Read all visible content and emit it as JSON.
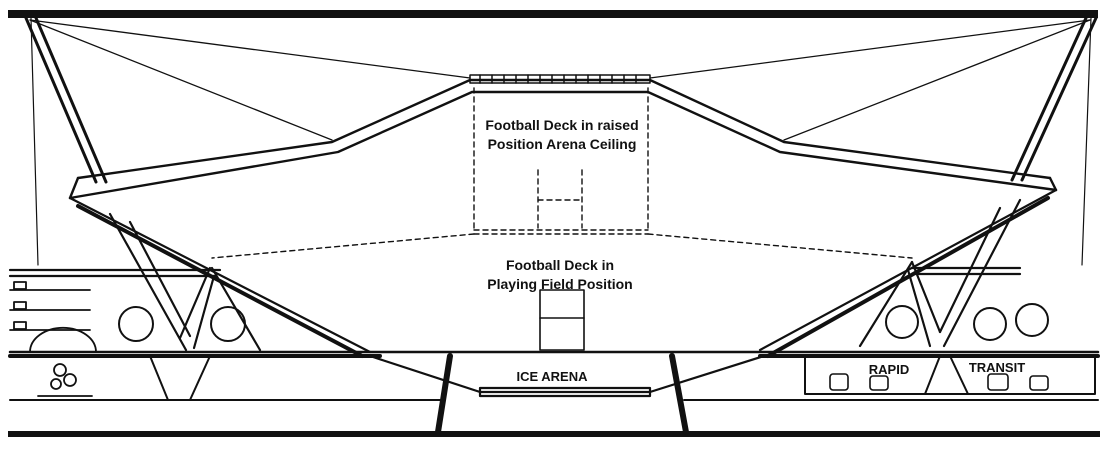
{
  "labels": {
    "deck_raised_line1": "Football Deck in raised",
    "deck_raised_line2": "Position Arena Ceiling",
    "deck_field_line1": "Football Deck in",
    "deck_field_line2": "Playing Field Position",
    "ice_arena": "ICE ARENA",
    "rapid": "RAPID",
    "transit": "TRANSIT"
  },
  "colors": {
    "ink": "#111111",
    "background": "#ffffff"
  }
}
